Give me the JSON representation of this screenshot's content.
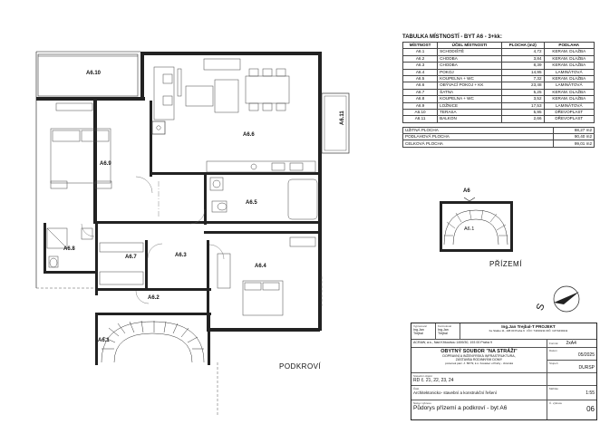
{
  "plan": {
    "rooms": [
      {
        "id": "r610",
        "label": "A6.10"
      },
      {
        "id": "r611",
        "label": "A6.11"
      },
      {
        "id": "r69",
        "label": "A6.9"
      },
      {
        "id": "r66",
        "label": "A6.6"
      },
      {
        "id": "r65",
        "label": "A6.5"
      },
      {
        "id": "r68",
        "label": "A6.8"
      },
      {
        "id": "r67",
        "label": "A6.7"
      },
      {
        "id": "r63",
        "label": "A6.3"
      },
      {
        "id": "r64",
        "label": "A6.4"
      },
      {
        "id": "r62",
        "label": "A6.2"
      },
      {
        "id": "r61",
        "label": "A6.1"
      }
    ],
    "level_label": "PODKROVÍ"
  },
  "inset": {
    "tag": "A6",
    "room": "A6.1",
    "level_label": "PŘÍZEMÍ"
  },
  "north": {
    "letter": "S"
  },
  "room_table": {
    "title": "TABULKA MÍSTNOSTÍ - BYT A6 - 3+kk:",
    "headers": [
      "MÍSTNOST",
      "ÚČEL MÍSTNOSTI",
      "PLOCHA (m2)",
      "PODLAHA"
    ],
    "rows": [
      [
        "A6.1",
        "SCHODIŠTĚ",
        "4,72",
        "KERAM. DLAŽBA"
      ],
      [
        "A6.2",
        "CHODBA",
        "3,84",
        "KERAM. DLAŽBA"
      ],
      [
        "A6.3",
        "CHODBA",
        "8,39",
        "KERAM. DLAŽBA"
      ],
      [
        "A6.4",
        "POKOJ",
        "14,95",
        "LAMINÁTOVÁ"
      ],
      [
        "A6.5",
        "KOUPELNA + WC",
        "7,32",
        "KERAM. DLAŽBA"
      ],
      [
        "A6.6",
        "OBÝVACÍ POKOJ + KK",
        "23,48",
        "LAMINÁTOVÁ"
      ],
      [
        "A6.7",
        "ŠATNA",
        "5,25",
        "KERAM. DLAŽBA"
      ],
      [
        "A6.8",
        "KOUPELNA + WC",
        "3,52",
        "KERAM. DLAŽBA"
      ],
      [
        "A6.9",
        "LOŽNICE",
        "17,53",
        "LAMINÁTOVÁ"
      ],
      [
        "A6.10",
        "TERASA",
        "5,95",
        "DŘEVOPLAST"
      ],
      [
        "A6.11",
        "BALKON",
        "2,66",
        "DŘEVOPLAST"
      ]
    ],
    "summary": [
      [
        "UŽITNÁ PLOCHA",
        "88,27 m2"
      ],
      [
        "PODLAHOVÁ PLOCHA",
        "90,40 m2"
      ],
      [
        "CELKOVÁ PLOCHA",
        "99,01 m2"
      ]
    ]
  },
  "title_block": {
    "drawn_label": "Vypracoval",
    "drawn_value": "Ing.Jan Trejbal",
    "checked_label": "Kontroloval",
    "checked_value": "Ing.Jan Trejbal",
    "firm_name": "Ing.Jan Trejbal-T PROJEKT",
    "firm_details": "Ke Statku 11, 198 00 Praha 9 · IČO: 74430211 DIČ: CZ74430211",
    "investor": "ACRAW, a.s., Nad Kříkovkou 1459/30, 193 00 Praha 9",
    "format_label": "Formát",
    "format_value": "2xA4",
    "project_title": "OBYTNÝ SOUBOR \"NA STRÁŽI\"",
    "project_sub1": "DOPRAVNÍ A INŽENÝRSKÁ INFRASTRUKTURA,",
    "project_sub2": "ZÁSTAVBA RODINNÝMI DOMY",
    "project_sub3": "pozemek parc. č. 587/9, k.ú. Kostelec u Prahy - Jizerská",
    "date_label": "Datum",
    "date_value": "05/2025",
    "stage_label": "Stupeň",
    "stage_value": "DURSP",
    "object_label": "Stavební objekt",
    "object_value": "RD č. 21, 22, 23, 24",
    "part_label": "Část",
    "part_value": "Architektonicko- stavební a konstrukční řešení",
    "scale_label": "Měřítko",
    "scale_value": "1:55",
    "drawing_label": "Název výkresu",
    "drawing_value": "Půdorys přízemí a podkroví - byt A6",
    "number_label": "Č. výkresu",
    "number_value": "06"
  }
}
